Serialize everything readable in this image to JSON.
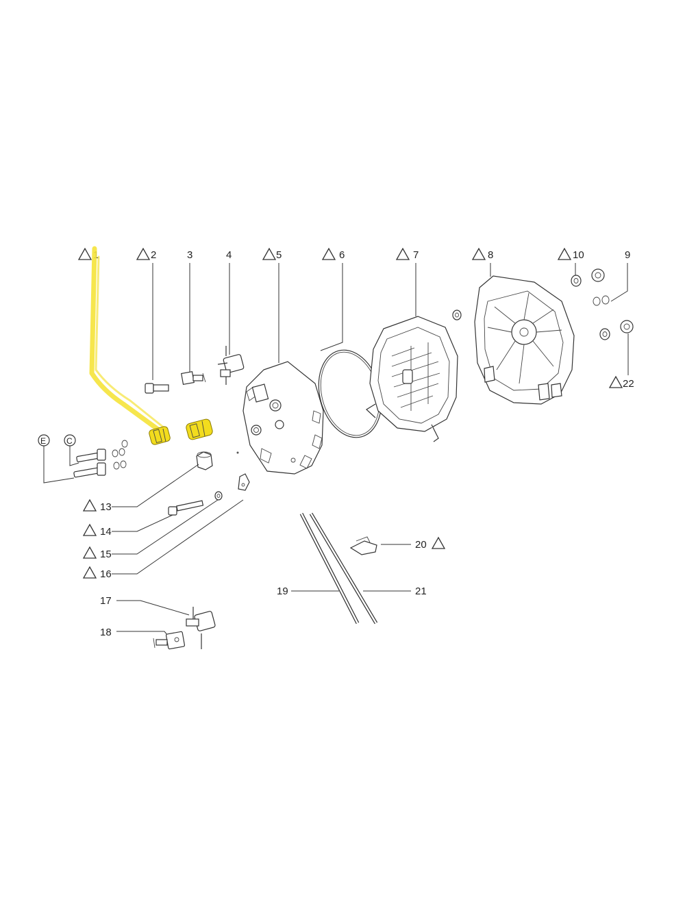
{
  "labels": {
    "l1": "1",
    "l2": "2",
    "l3": "3",
    "l4": "4",
    "l5": "5",
    "l6": "6",
    "l7": "7",
    "l8": "8",
    "l9": "9",
    "l10": "10",
    "l13": "13",
    "l14": "14",
    "l15": "15",
    "l16": "16",
    "l17": "17",
    "l18": "18",
    "l19": "19",
    "l20": "20",
    "l21": "21",
    "l22": "22",
    "le": "E",
    "lc": "C"
  },
  "colors": {
    "highlight": "#f5e33a",
    "line": "#333333",
    "background": "#ffffff"
  }
}
